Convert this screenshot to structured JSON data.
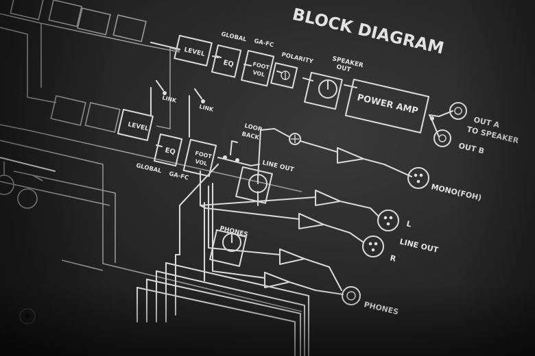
{
  "title": "BLOCK DIAGRAM",
  "labels": {
    "global_top": "GLOBAL",
    "ga_fc_top": "GA-FC",
    "polarity": "POLARITY",
    "speaker": "SPEAKER",
    "out": "OUT",
    "power_amp": "POWER AMP",
    "out_a": "OUT A",
    "to_speaker": "TO SPEAKER",
    "out_b": "OUT B",
    "loop": "LOOP",
    "back": "BACK",
    "line_out_block": "LINE OUT",
    "mono_foh": "MONO(FOH)",
    "l": "L",
    "line_out": "LINE OUT",
    "r": "R",
    "phones_block": "PHONES",
    "phones": "PHONES",
    "global_bottom": "GLOBAL",
    "ga_fc_bottom": "GA-FC",
    "eq": "EQ",
    "foot": "FOOT",
    "vol": "VOL",
    "level": "LEVEL",
    "link": "LINK"
  },
  "colors": {
    "panel": "#2c2c2c",
    "print": "#d8d8d8"
  }
}
